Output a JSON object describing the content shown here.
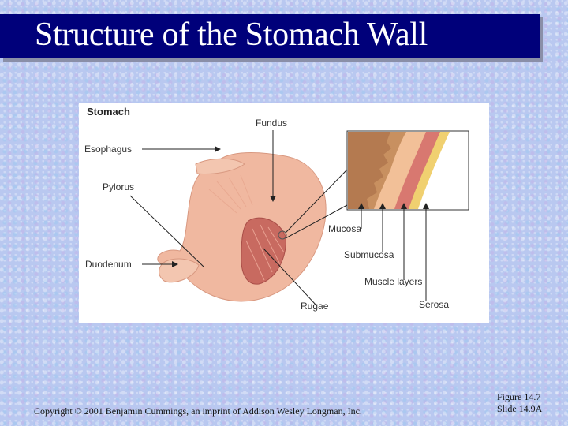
{
  "slide": {
    "title": "Structure of the Stomach Wall",
    "copyright": "Copyright © 2001 Benjamin Cummings, an imprint of Addison Wesley Longman, Inc.",
    "figure_number": "Figure 14.7",
    "slide_number": "Slide 14.9A"
  },
  "figure": {
    "heading": "Stomach",
    "labels": {
      "fundus": "Fundus",
      "esophagus": "Esophagus",
      "pylorus": "Pylorus",
      "duodenum": "Duodenum",
      "mucosa": "Mucosa",
      "submucosa": "Submucosa",
      "muscle_layers": "Muscle layers",
      "serosa": "Serosa",
      "rugae": "Rugae"
    },
    "colors": {
      "title_bar": "#00007a",
      "stomach": "#f0b8a0",
      "mucosa": "#c89060",
      "submucosa": "#f2c098",
      "muscle": "#d87870",
      "serosa": "#f0d070"
    }
  }
}
